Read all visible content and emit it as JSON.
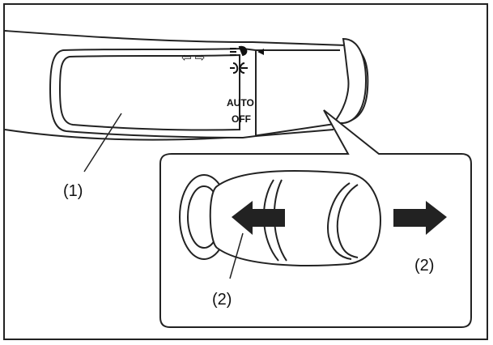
{
  "labels": {
    "switch_knob": "(1)",
    "pull_arrow": "(2)",
    "outward_arrow": "(2)"
  },
  "switch_markings": {
    "auto": "AUTO",
    "off": "OFF",
    "turn_signal": "⇦ ⇨"
  },
  "icons": [
    "headlight-icon",
    "position-light-icon",
    "turn-signal-arrows-icon",
    "arrow-left-icon",
    "arrow-right-icon"
  ],
  "colors": {
    "line": "#222222",
    "fill": "#ffffff",
    "arrow_fill": "#222222"
  }
}
